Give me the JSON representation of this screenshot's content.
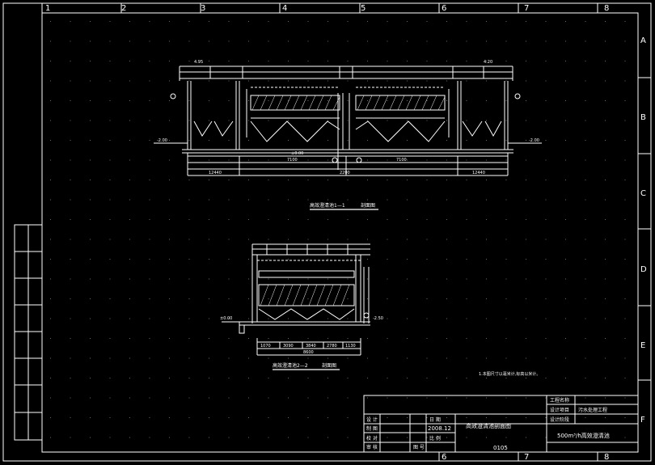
{
  "colors": {
    "background": "#000000",
    "line": "#ffffff",
    "dots": "#6a6a6a"
  },
  "frame": {
    "col_labels": [
      "1",
      "2",
      "3",
      "4",
      "5",
      "6",
      "7",
      "8"
    ],
    "row_labels": [
      "A",
      "B",
      "C",
      "D",
      "E",
      "F"
    ],
    "bottom_col_labels": [
      "6",
      "7",
      "8"
    ]
  },
  "section1": {
    "title": "高效澄清池1—1",
    "subtitle": "剖面图",
    "dims_top": [
      "7100",
      "7100"
    ],
    "dims_bottom": [
      "12440",
      "2200",
      "12440"
    ],
    "elevations": [
      "±0.00",
      "-2.00",
      "-2.00",
      "4.95",
      "4.20"
    ]
  },
  "section2": {
    "title": "高效澄清池2—2",
    "subtitle": "剖面图",
    "dims_bottom": [
      "1070",
      "3090",
      "3840",
      "2780",
      "1130"
    ],
    "dim_total": "8600",
    "elevations": [
      "±0.00",
      "-2.50"
    ]
  },
  "notes": {
    "text": "1.本图尺寸以毫米计,标高以米计。"
  },
  "title_block": {
    "project_name_label": "工程名称",
    "design_project_label": "设计项目",
    "design_project_value": "污水处理工程",
    "design_stage_label": "设计阶段",
    "rows": [
      {
        "label": "设 计",
        "col2": "日 期",
        "col2_value": ""
      },
      {
        "label": "制 图",
        "col2": "",
        "col2_value": "2008.12"
      },
      {
        "label": "校 对",
        "col2": "比 例",
        "col2_value": ""
      },
      {
        "label": "审 核",
        "col2": "图 号",
        "col2_value": "0105"
      }
    ],
    "drawing_title": "高效澄清池剖面图",
    "drawing_subtitle": "500m³/h高效澄清池"
  }
}
